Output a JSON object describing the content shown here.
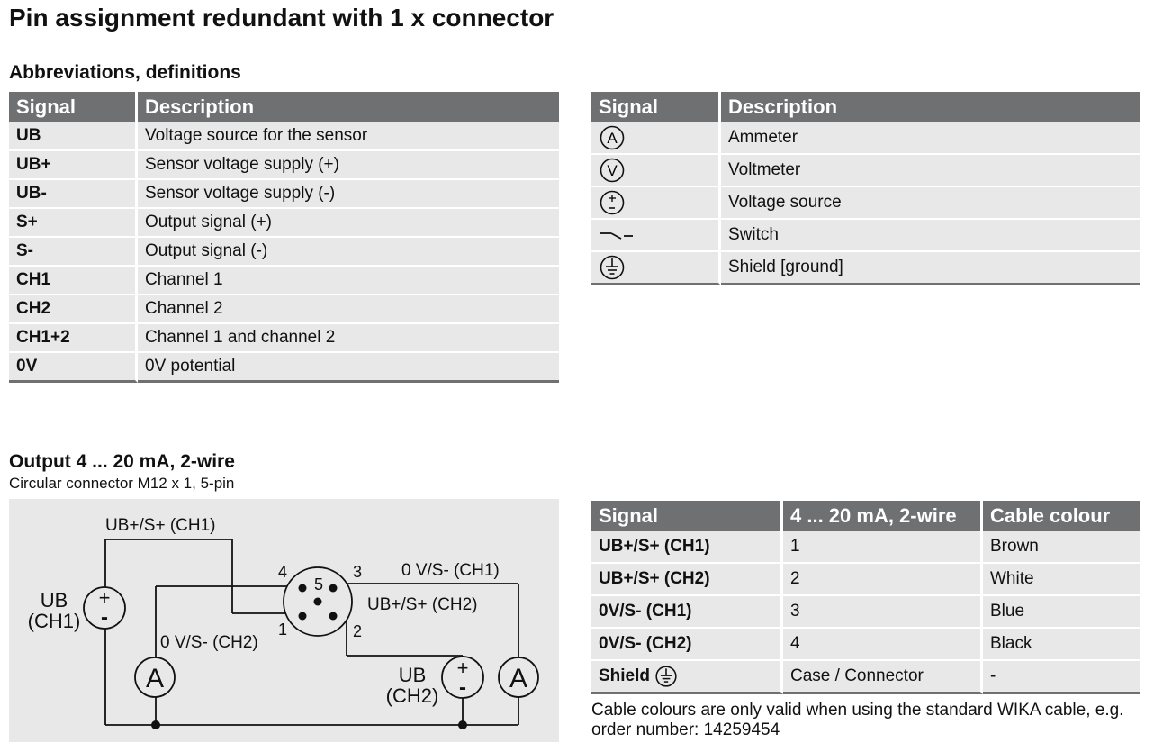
{
  "page": {
    "title": "Pin assignment redundant with 1 x connector"
  },
  "abbreviations": {
    "heading": "Abbreviations, definitions",
    "columns": [
      "Signal",
      "Description"
    ],
    "rows": [
      {
        "signal": "UB",
        "description": "Voltage source for the sensor"
      },
      {
        "signal": "UB+",
        "description": "Sensor voltage supply (+)"
      },
      {
        "signal": "UB-",
        "description": "Sensor voltage supply (-)"
      },
      {
        "signal": "S+",
        "description": "Output signal (+)"
      },
      {
        "signal": "S-",
        "description": "Output signal (-)"
      },
      {
        "signal": "CH1",
        "description": "Channel 1"
      },
      {
        "signal": "CH2",
        "description": "Channel 2"
      },
      {
        "signal": "CH1+2",
        "description": "Channel 1 and channel 2"
      },
      {
        "signal": "0V",
        "description": "0V potential"
      }
    ]
  },
  "symbols": {
    "columns": [
      "Signal",
      "Description"
    ],
    "rows": [
      {
        "icon": "ammeter-icon",
        "description": "Ammeter"
      },
      {
        "icon": "voltmeter-icon",
        "description": "Voltmeter"
      },
      {
        "icon": "voltage-source-icon",
        "description": "Voltage source"
      },
      {
        "icon": "switch-icon",
        "description": "Switch"
      },
      {
        "icon": "ground-icon",
        "description": "Shield [ground]"
      }
    ]
  },
  "output": {
    "heading": "Output 4 ... 20 mA, 2-wire",
    "subtitle": "Circular connector M12 x 1, 5-pin",
    "diagram": {
      "labels": {
        "ub_s_plus_ch1": "UB+/S+ (CH1)",
        "zero_v_s_minus_ch1": "0 V/S- (CH1)",
        "ub_s_plus_ch2": "UB+/S+ (CH2)",
        "zero_v_s_minus_ch2": "0 V/S- (CH2)",
        "ub_ch1_top": "UB",
        "ub_ch1_bottom": "(CH1)",
        "ub_ch2_top": "UB",
        "ub_ch2_bottom": "(CH2)",
        "ammeter": "A",
        "plus": "+",
        "minus": "-"
      },
      "pins": [
        "1",
        "2",
        "3",
        "4",
        "5"
      ]
    },
    "table": {
      "columns": [
        "Signal",
        "4 ... 20 mA, 2-wire",
        "Cable colour"
      ],
      "rows": [
        {
          "signal": "UB+/S+ (CH1)",
          "value": "1",
          "colour": "Brown"
        },
        {
          "signal": "UB+/S+ (CH2)",
          "value": "2",
          "colour": "White"
        },
        {
          "signal": "0V/S- (CH1)",
          "value": "3",
          "colour": "Blue"
        },
        {
          "signal": "0V/S- (CH2)",
          "value": "4",
          "colour": "Black"
        },
        {
          "signal": "Shield",
          "value": "Case / Connector",
          "colour": "-"
        }
      ]
    },
    "note": "Cable colours are only valid when using the standard WIKA cable, e.g. order number: 14259454"
  },
  "colors": {
    "header_bg": "#6f7072",
    "row_bg": "#e8e8e8",
    "diagram_bg": "#e8e8e8"
  }
}
